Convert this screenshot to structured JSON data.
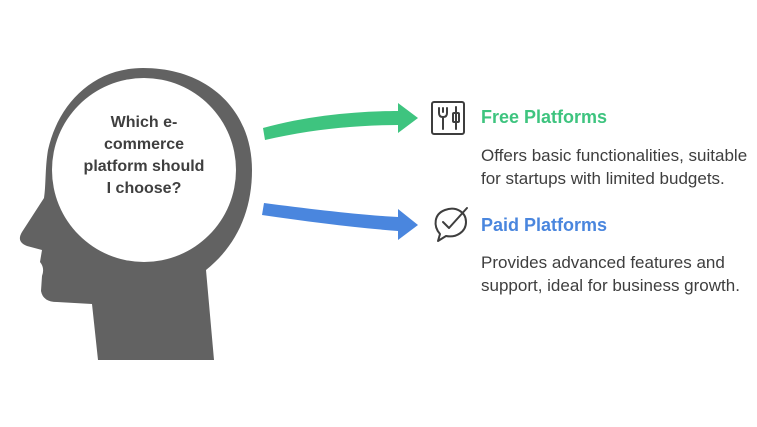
{
  "question": "Which e-commerce platform should I choose?",
  "colors": {
    "head": "#626262",
    "free": "#3ec47f",
    "paid": "#4a86de",
    "icon": "#3e3e3e",
    "text": "#3e3e3e"
  },
  "options": [
    {
      "title": "Free Platforms",
      "description": "Offers basic functionalities, suitable for startups with limited budgets.",
      "icon": "tools-icon"
    },
    {
      "title": "Paid Platforms",
      "description": "Provides advanced features and support, ideal for business growth.",
      "icon": "check-badge-icon"
    }
  ]
}
